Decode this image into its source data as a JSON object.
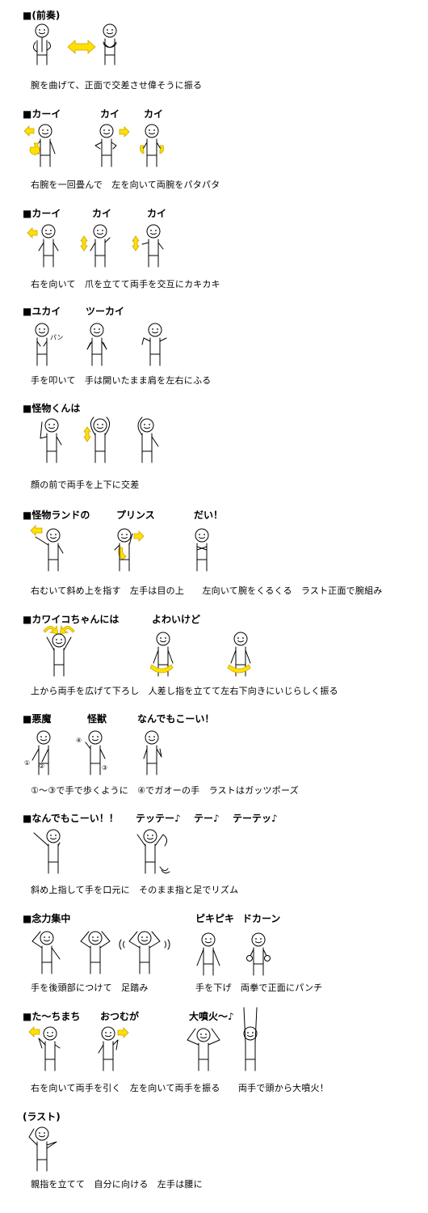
{
  "sections": [
    {
      "heading": "■(前奏)",
      "caption": "腕を曲げて、正面で交差させ偉そうに振る"
    },
    {
      "heading": "■カーイ",
      "labels": [
        "カイ",
        "カイ"
      ],
      "caption": "右腕を一回畳んで　左を向いて両腕をパタパタ"
    },
    {
      "heading": "■カーイ",
      "labels": [
        "カイ",
        "カイ"
      ],
      "caption": "右を向いて　爪を立てて両手を交互にカキカキ"
    },
    {
      "heading": "■ユカイ",
      "labels": [
        "ツーカイ"
      ],
      "caption": "手を叩いて　手は開いたまま肩を左右にふる",
      "annotation": "パン"
    },
    {
      "heading": "■怪物くんは",
      "caption": "顔の前で両手を上下に交差"
    },
    {
      "heading": "■怪物ランドの",
      "labels": [
        "プリンス",
        "だい！"
      ],
      "caption": "右むいて斜め上を指す　左手は目の上　　左向いて腕をくるくる　ラスト正面で腕組み"
    },
    {
      "heading": "■カワイコちゃんには",
      "labels": [
        "よわいけど"
      ],
      "caption": "上から両手を広げて下ろし　人差し指を立てて左右下向きにいじらしく振る"
    },
    {
      "heading": "■悪魔",
      "labels": [
        "怪獣",
        "なんでもこーい！"
      ],
      "caption": "①〜③で手で歩くように　④でガオーの手　ラストはガッツポーズ",
      "markers": [
        "①",
        "②",
        "③",
        "④"
      ]
    },
    {
      "heading": "■なんでもこーい！！",
      "labels": [
        "テッテー♪",
        "テー♪",
        "テーテッ♪"
      ],
      "caption": "斜め上指して手を口元に　そのまま指と足でリズム"
    },
    {
      "heading": "■念力集中",
      "labels": [
        "ピキピキ",
        "ドカーン"
      ],
      "caption_left": "手を後頭部につけて　足踏み",
      "caption_right": "手を下げ　両拳で正面にパンチ"
    },
    {
      "heading": "■た〜ちまち",
      "labels": [
        "おつむが",
        "大噴火〜♪"
      ],
      "caption": "右を向いて両手を引く　左を向いて両手を振る　　両手で頭から大噴火！"
    },
    {
      "heading": "(ラスト)",
      "caption": "親指を立てて　自分に向ける　左手は腰に"
    }
  ],
  "colors": {
    "arrow": "#ffe000",
    "text": "#000000"
  }
}
